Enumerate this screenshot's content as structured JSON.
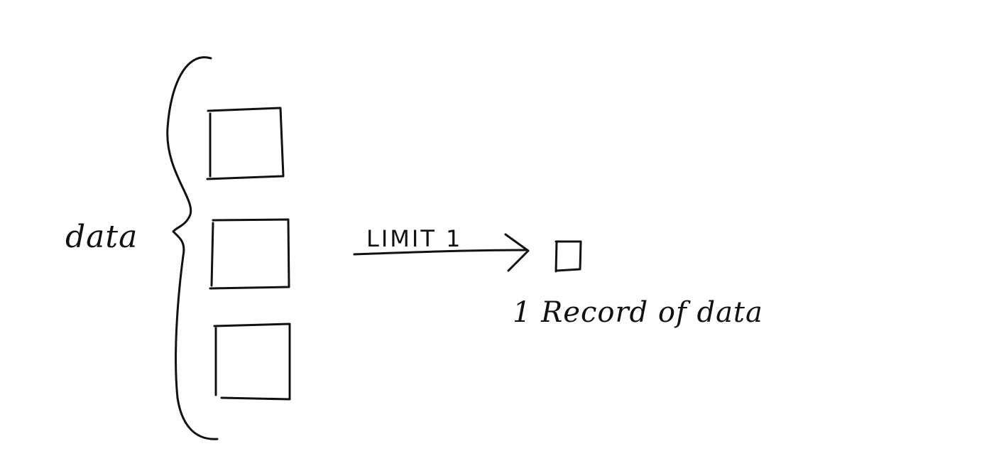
{
  "diagram": {
    "input_label": "data",
    "operation_label": "LIMIT 1",
    "output_label": "1 Record of data",
    "input_record_count": 3,
    "output_record_count": 1,
    "ink_color": "#111111",
    "background_color": "#ffffff"
  }
}
